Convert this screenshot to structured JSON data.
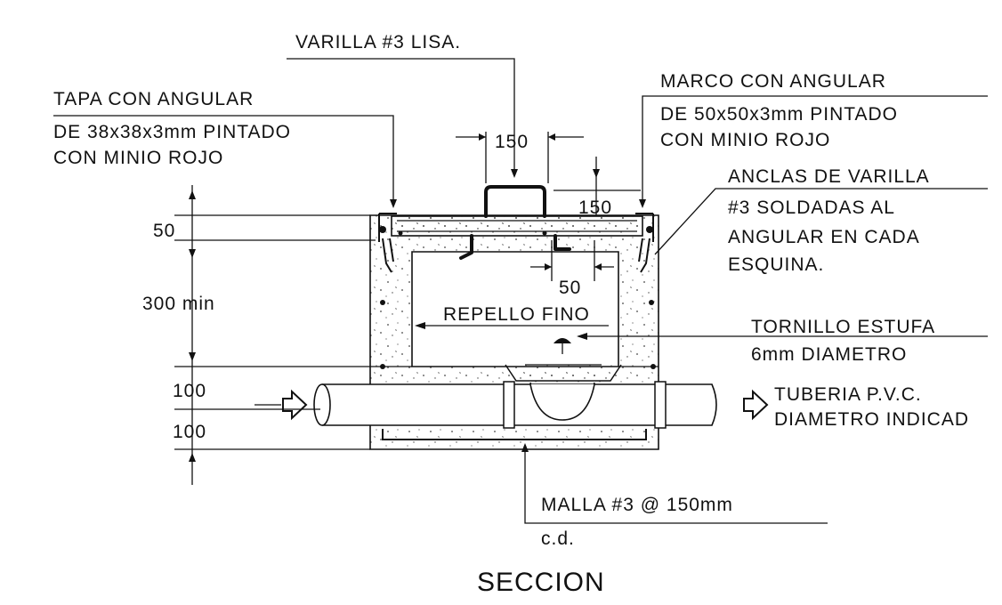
{
  "labels": {
    "varilla": "VARILLA #3 LISA.",
    "tapa_1": "TAPA CON ANGULAR",
    "tapa_2": "DE 38x38x3mm PINTADO",
    "tapa_3": "CON MINIO ROJO",
    "marco_1": "MARCO CON ANGULAR",
    "marco_2": "DE 50x50x3mm PINTADO",
    "marco_3": "CON MINIO ROJO",
    "anclas_1": "ANCLAS DE VARILLA",
    "anclas_2": "#3 SOLDADAS AL",
    "anclas_3": "ANGULAR EN CADA",
    "anclas_4": "ESQUINA.",
    "repello": "REPELLO FINO",
    "tornillo_1": "TORNILLO ESTUFA",
    "tornillo_2": "6mm DIAMETRO",
    "tuberia_1": "TUBERIA P.V.C.",
    "tuberia_2": "DIAMETRO INDICAD",
    "malla_1": "MALLA #3 @ 150mm",
    "malla_2": "c.d."
  },
  "dimensions": {
    "top_width": "150",
    "inner_offset": "150",
    "anchor_gap": "50",
    "lid_thickness": "50",
    "depth": "300 min",
    "pipe_top": "100",
    "pipe_bottom": "100"
  },
  "title": "SECCION"
}
